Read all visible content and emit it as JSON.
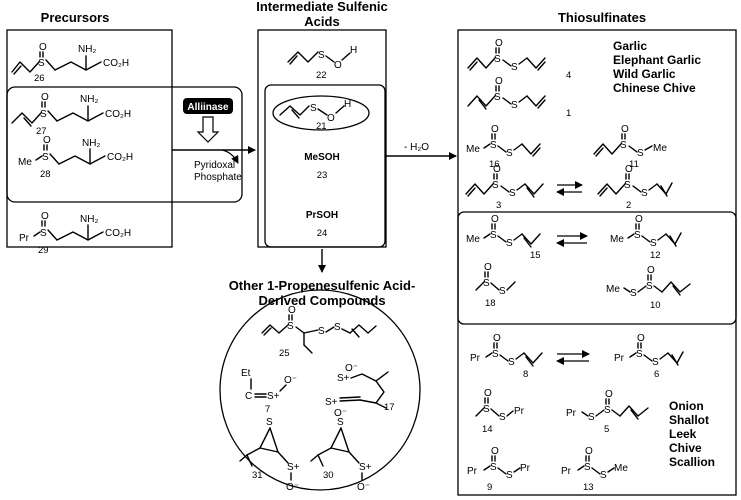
{
  "sections": {
    "precursors": "Precursors",
    "intermediate_1": "Intermediate Sulfenic",
    "intermediate_2": "Acids",
    "thiosulfinates": "Thiosulfinates",
    "other_1": "Other 1-Propenesulfenic Acid-",
    "other_2": "Derived Compounds"
  },
  "enzyme": {
    "label": "Alliinase",
    "cofactor_1": "Pyridoxal",
    "cofactor_2": "Phosphate"
  },
  "reaction": {
    "water_loss": "- H₂O"
  },
  "atoms": {
    "S": "S",
    "O": "O",
    "H": "H",
    "NH2": "NH₂",
    "CO2H": "CO₂H",
    "Me": "Me",
    "Pr": "Pr",
    "Et": "Et",
    "C": "C",
    "Splus": "S+",
    "Ominus": "O⁻"
  },
  "acids": {
    "mesoh": "MeSOH",
    "prsoh": "PrSOH"
  },
  "compound_numbers": {
    "n26": "26",
    "n27": "27",
    "n28": "28",
    "n29": "29",
    "n22": "22",
    "n21": "21",
    "n23": "23",
    "n24": "24",
    "n4": "4",
    "n1": "1",
    "n16": "16",
    "n11": "11",
    "n3": "3",
    "n2": "2",
    "n15": "15",
    "n12": "12",
    "n18": "18",
    "n10": "10",
    "n8": "8",
    "n6": "6",
    "n14": "14",
    "n5": "5",
    "n9": "9",
    "n13": "13",
    "n25": "25",
    "n7": "7",
    "n17": "17",
    "n31": "31",
    "n30": "30"
  },
  "plants_garlic": [
    "Garlic",
    "Elephant Garlic",
    "Wild Garlic",
    "Chinese Chive"
  ],
  "plants_onion": [
    "Onion",
    "Shallot",
    "Leek",
    "Chive",
    "Scallion"
  ]
}
